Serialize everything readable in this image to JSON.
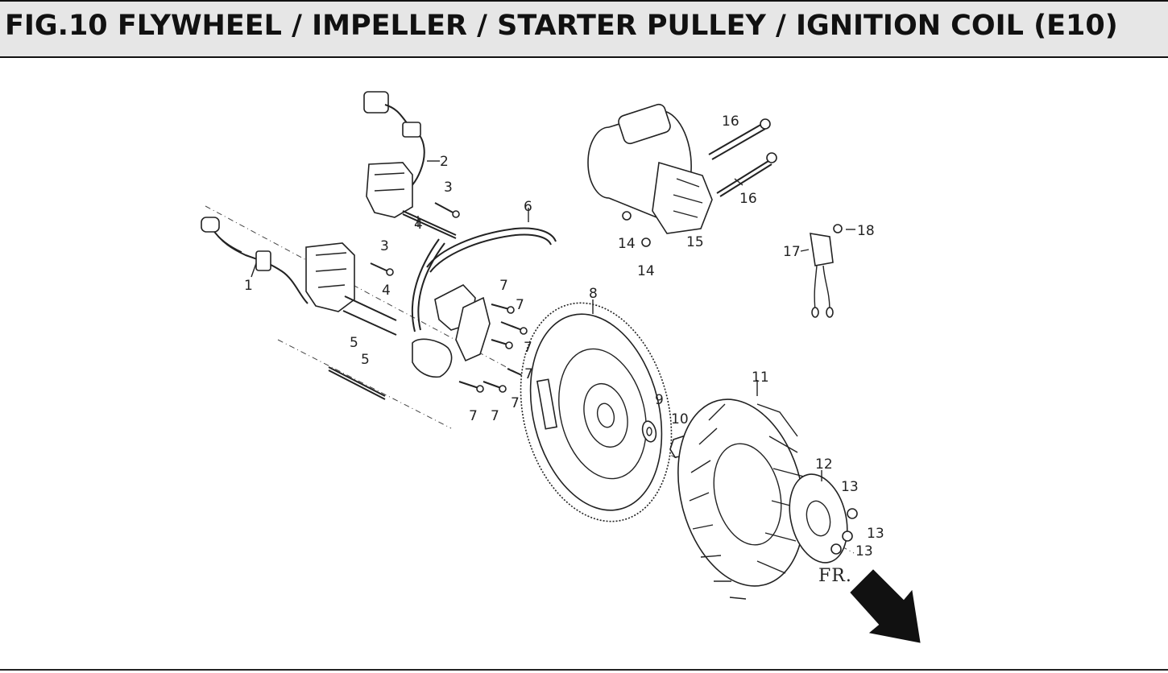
{
  "header": {
    "title": "FIG.10 FLYWHEEL / IMPELLER / STARTER PULLEY   / IGNITION COIL   (E10)"
  },
  "diagram": {
    "direction_marker": "FR.",
    "callouts": [
      "1",
      "2",
      "3",
      "3",
      "4",
      "4",
      "5",
      "5",
      "6",
      "7",
      "7",
      "7",
      "7",
      "7",
      "7",
      "7",
      "8",
      "9",
      "10",
      "11",
      "12",
      "13",
      "13",
      "13",
      "14",
      "14",
      "15",
      "16",
      "16",
      "17",
      "18"
    ]
  },
  "colors": {
    "header_bg": "#e6e6e6",
    "line": "#222222"
  }
}
